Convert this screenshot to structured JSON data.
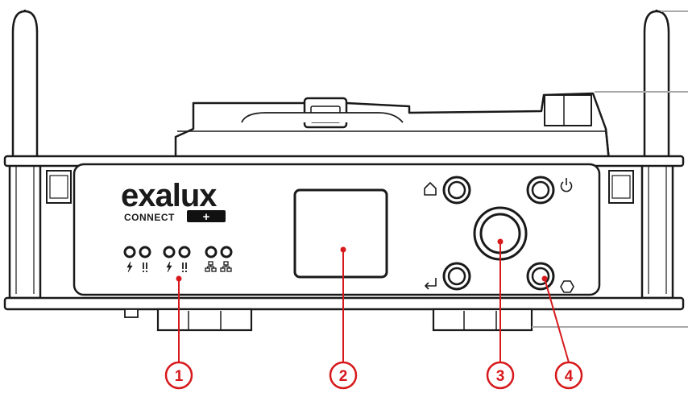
{
  "device": {
    "brand_logo": "exalux",
    "sub_brand": "CONNECT",
    "sub_brand_badge_glyph": "+",
    "status_led_groups": [
      {
        "symbols": [
          "⚡",
          "!!"
        ],
        "icons": [
          "bolt-icon",
          "alert-icon"
        ]
      },
      {
        "symbols": [
          "⚡",
          "!!"
        ],
        "icons": [
          "bolt-icon",
          "alert-icon"
        ]
      },
      {
        "symbols": [
          "network-icon",
          "network-icon"
        ],
        "icons": [
          "network-icon",
          "network-icon"
        ]
      }
    ],
    "button_icons": {
      "top_left": "home-icon",
      "top_right": "power-icon",
      "bottom_left": "back-icon",
      "bottom_right": "settings-icon"
    }
  },
  "callouts": [
    {
      "number": "1",
      "target": "status-leds"
    },
    {
      "number": "2",
      "target": "display-screen"
    },
    {
      "number": "3",
      "target": "main-knob"
    },
    {
      "number": "4",
      "target": "settings-button"
    }
  ],
  "colors": {
    "line": "#1a1a1a",
    "callout": "#d7191c",
    "badge": "#111111",
    "leader": "#a9a9a9"
  }
}
